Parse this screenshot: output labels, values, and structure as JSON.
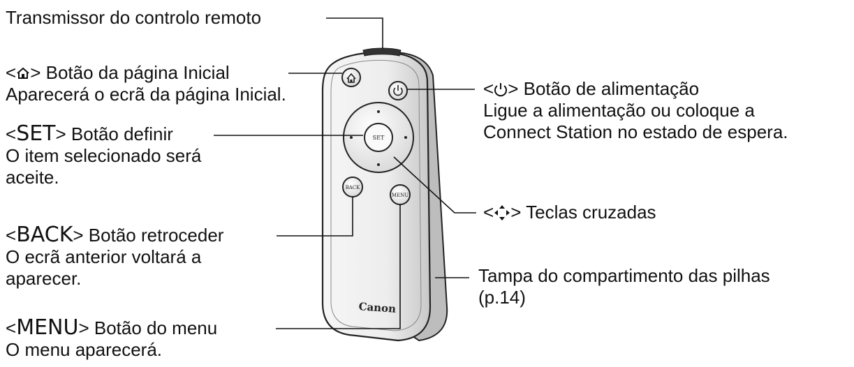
{
  "labels": {
    "transmitter": "Transmissor do controlo remoto",
    "home": {
      "open": "<",
      "close": ">",
      "title": " Botão da página Inicial",
      "desc": "Aparecerá o ecrã da página Inicial."
    },
    "set": {
      "open": "<",
      "key": "SET",
      "close": ">",
      "title": " Botão definir",
      "desc1": "O item selecionado será",
      "desc2": "aceite."
    },
    "back": {
      "open": "<",
      "key": "BACK",
      "close": ">",
      "title": " Botão retroceder",
      "desc1": "O ecrã anterior voltará a",
      "desc2": "aparecer."
    },
    "menu": {
      "open": "<",
      "key": "MENU",
      "close": ">",
      "title": " Botão do menu",
      "desc": "O menu aparecerá."
    },
    "power": {
      "open": "<",
      "close": ">",
      "title": " Botão de alimentação",
      "desc1": "Ligue a alimentação ou coloque a",
      "desc2": "Connect Station no estado de espera."
    },
    "cross": {
      "open": "<",
      "close": ">",
      "title": " Teclas cruzadas"
    },
    "battery": {
      "line1": "Tampa do compartimento das pilhas",
      "line2": "(p.14)"
    }
  },
  "remote": {
    "brand": "Canon",
    "set_label": "SET",
    "back_label": "BACK",
    "menu_label": "MENU"
  },
  "icons": {
    "home": "home-icon",
    "power": "power-icon",
    "cross": "cross-keys-icon"
  }
}
